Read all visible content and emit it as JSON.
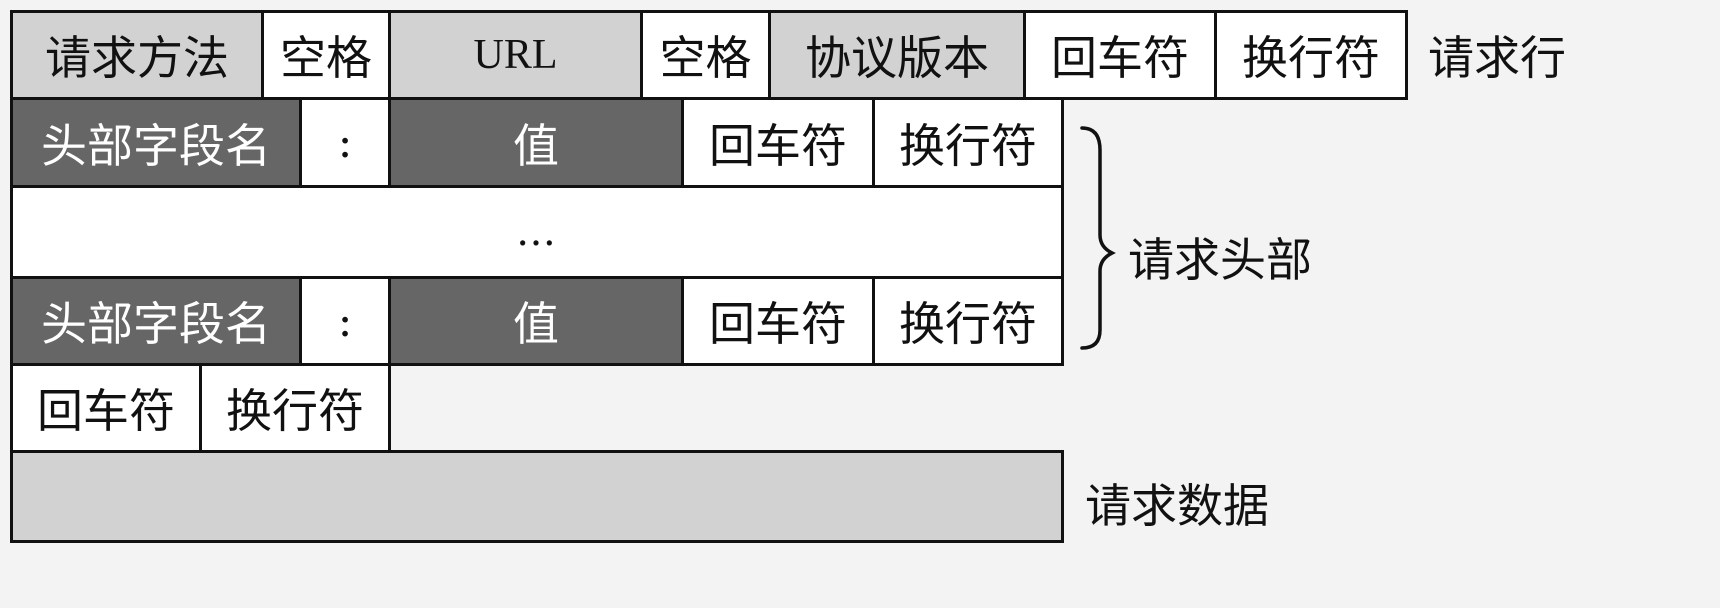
{
  "request_line": {
    "method": "请求方法",
    "space1": "空格",
    "url": "URL",
    "space2": "空格",
    "version": "协议版本",
    "cr": "回车符",
    "lf": "换行符",
    "label": "请求行"
  },
  "header_row_1": {
    "field_name": "头部字段名",
    "colon": ":",
    "value": "值",
    "cr": "回车符",
    "lf": "换行符"
  },
  "header_ellipsis": "…",
  "header_row_2": {
    "field_name": "头部字段名",
    "colon": ":",
    "value": "值",
    "cr": "回车符",
    "lf": "换行符"
  },
  "headers_label": "请求头部",
  "blank_line": {
    "cr": "回车符",
    "lf": "换行符"
  },
  "body_label": "请求数据",
  "colors": {
    "light_gray": "#d2d2d2",
    "dark_gray": "#666666",
    "white": "#ffffff",
    "border": "#111111",
    "background": "#f3f3f3"
  }
}
